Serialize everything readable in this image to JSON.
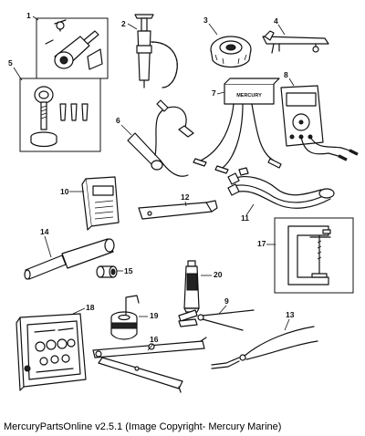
{
  "callouts": [
    "1",
    "2",
    "3",
    "4",
    "5",
    "6",
    "7",
    "8",
    "9",
    "10",
    "11",
    "12",
    "13",
    "14",
    "15",
    "16",
    "17",
    "18",
    "19",
    "20"
  ],
  "meter_brand": "MERCURY",
  "caption": "MercuryPartsOnline v2.5.1 (Image Copyright- Mercury Marine)"
}
